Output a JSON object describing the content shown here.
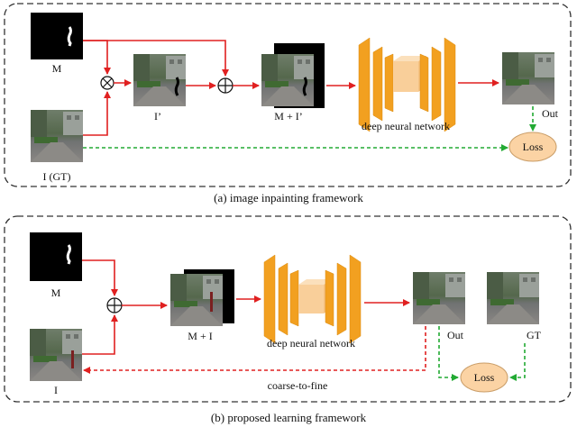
{
  "panel_a": {
    "caption": "(a) image inpainting framework",
    "mask_label": "M",
    "gt_label": "I (GT)",
    "masked_label": "I’",
    "concat_label": "M + I’",
    "network_label": "deep neural network",
    "output_label": "Out",
    "loss_label": "Loss",
    "multiply_symbol": "⊗",
    "add_symbol": "⊕"
  },
  "panel_b": {
    "caption": "(b) proposed learning framework",
    "mask_label": "M",
    "image_label": "I",
    "concat_label": "M + I",
    "network_label": "deep neural network",
    "output_label": "Out",
    "gt_label": "GT",
    "loss_label": "Loss",
    "feedback_label": "coarse-to-fine",
    "add_symbol": "⊕"
  },
  "colors": {
    "flow_arrow": "#e02020",
    "loss_arrow": "#22aa33",
    "network": "#f2a020",
    "bottleneck": "#f9cf9a",
    "loss_fill": "#fbd3a4"
  }
}
